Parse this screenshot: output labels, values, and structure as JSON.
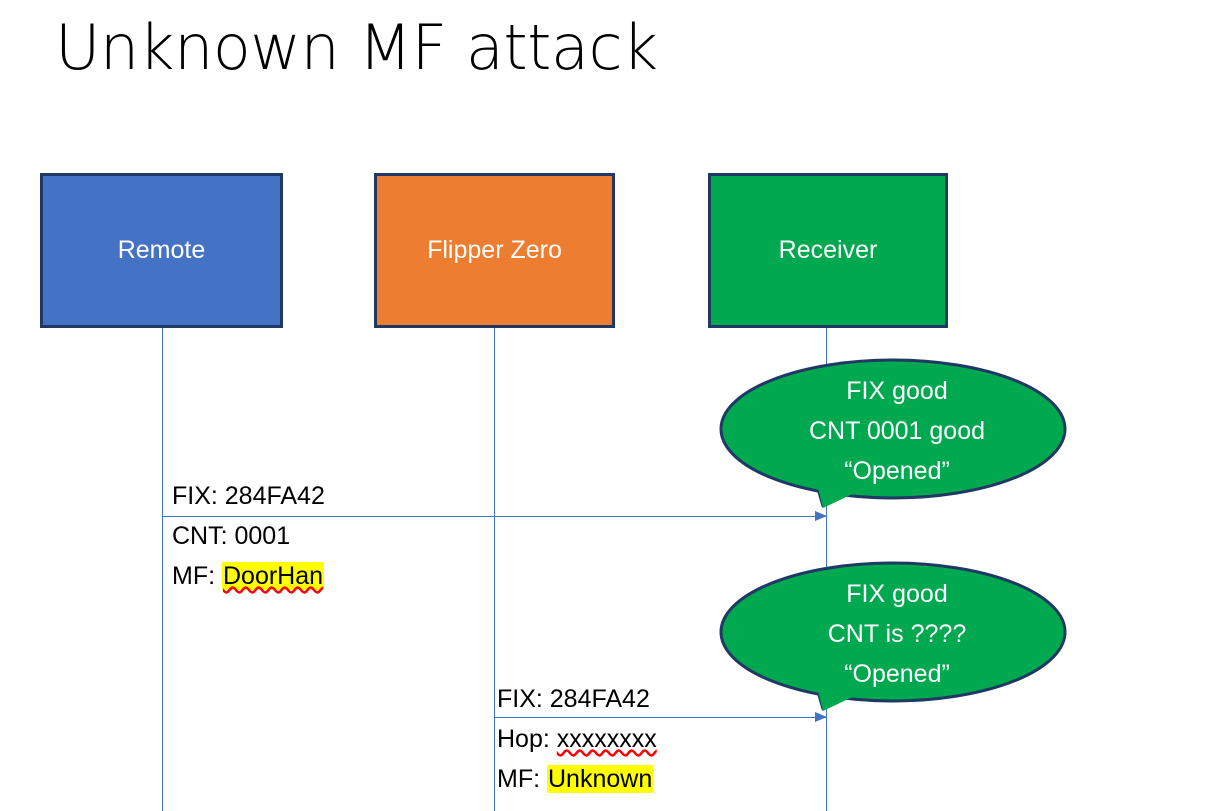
{
  "slide": {
    "title": "Unknown MF attack",
    "background": "#FFFFFF"
  },
  "colors": {
    "remote_blue": "#4472C4",
    "flipper_orange": "#ED7D31",
    "receiver_green": "#00A84F",
    "outline_navy": "#1F3864",
    "arrow_blue": "#4472C4",
    "highlight_yellow": "#FFFF00",
    "spellcheck_red": "#FF0000",
    "text_white": "#FFFFFF",
    "text_black": "#000000"
  },
  "actors": [
    {
      "id": "remote",
      "label": "Remote"
    },
    {
      "id": "flipper",
      "label": "Flipper Zero"
    },
    {
      "id": "receiver",
      "label": "Receiver"
    }
  ],
  "messages": [
    {
      "id": "msg-remote-to-receiver",
      "from": "remote",
      "to": "receiver",
      "above_line": "FIX: 284FA42",
      "below_line_1_prefix": "CNT: 0001",
      "below_line_2_prefix": "MF: ",
      "below_line_2_value": "DoorHan",
      "below_line_2_highlighted": true,
      "below_line_2_spellchecked": true
    },
    {
      "id": "msg-flipper-to-receiver",
      "from": "flipper",
      "to": "receiver",
      "above_line": "FIX: 284FA42",
      "below_line_1_prefix": "Hop: ",
      "below_line_1_value": "xxxxxxxx",
      "below_line_1_spellchecked": true,
      "below_line_2_prefix": "MF: ",
      "below_line_2_value": "Unknown",
      "below_line_2_highlighted": true
    }
  ],
  "callouts": [
    {
      "id": "callout-receiver-good",
      "attached_to": "msg-remote-to-receiver",
      "lines": [
        "FIX good",
        "CNT 0001 good",
        "“Opened”"
      ]
    },
    {
      "id": "callout-receiver-unknown",
      "attached_to": "msg-flipper-to-receiver",
      "lines": [
        "FIX good",
        "CNT is ????",
        "“Opened”"
      ]
    }
  ]
}
